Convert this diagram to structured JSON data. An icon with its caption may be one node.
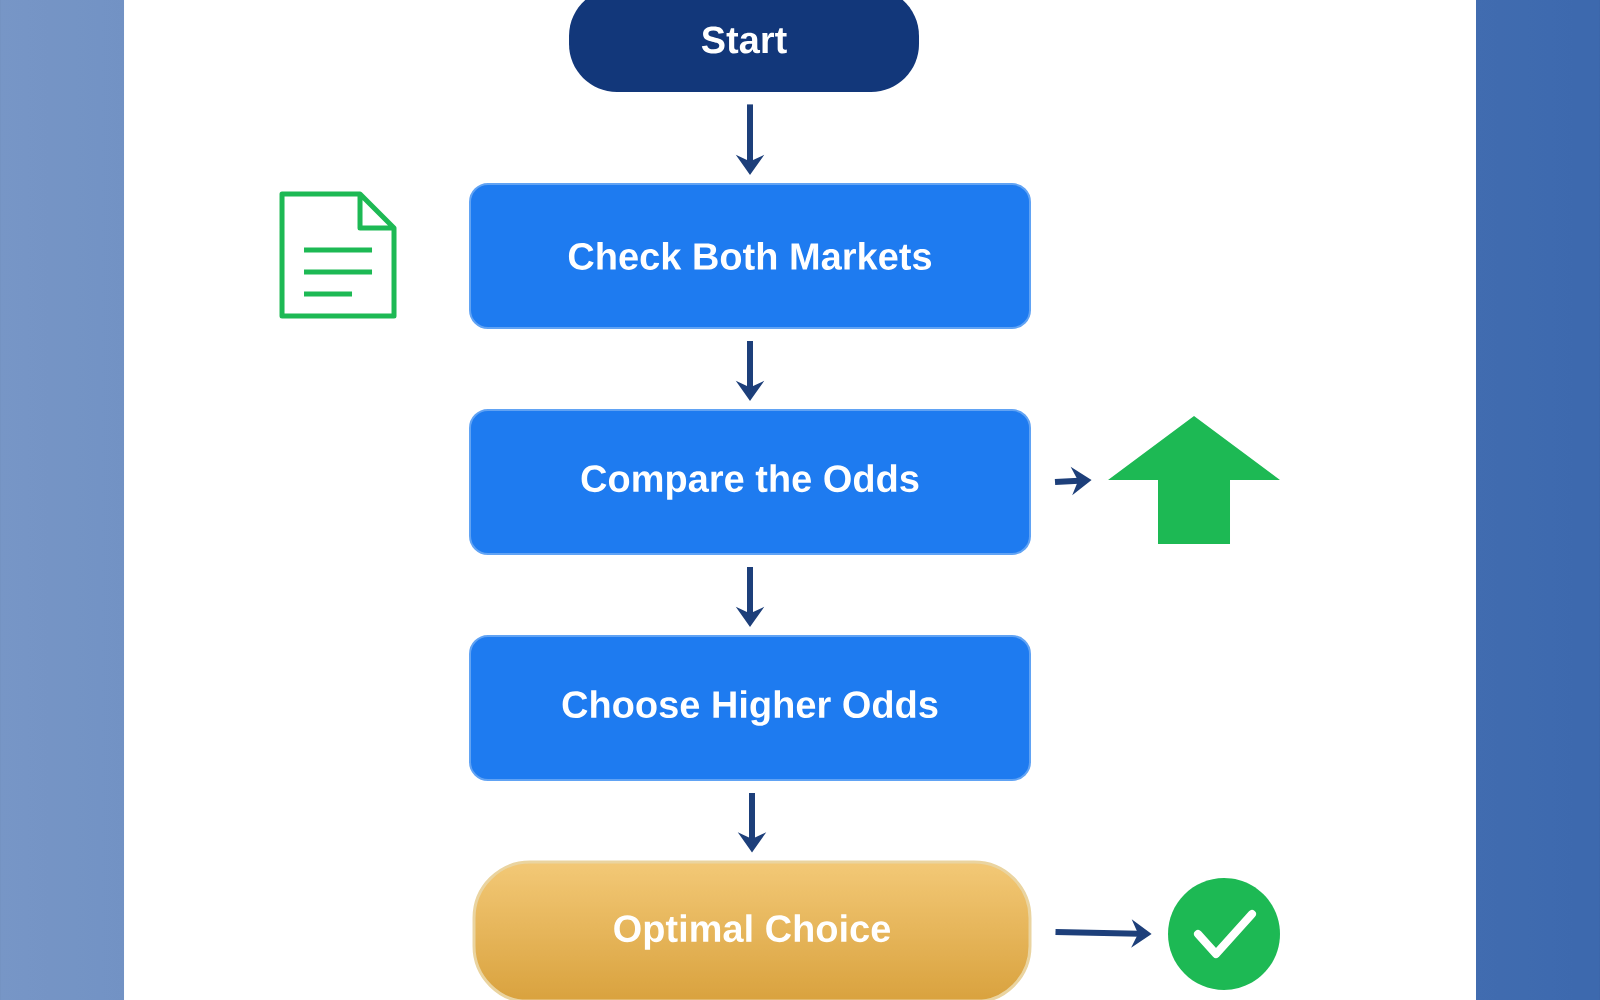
{
  "diagram": {
    "nodes": [
      {
        "text": [
          "Start"
        ]
      },
      {
        "text": [
          "Check Both Markets"
        ]
      },
      {
        "text": [
          "Compare the Odds"
        ]
      },
      {
        "text": [
          "Choose Higher Odds"
        ]
      },
      {
        "text": [
          "Optimal Choice"
        ]
      },
      {
        "text": [],
        "shape": "arrow"
      },
      {
        "text": [],
        "shape": "circle"
      }
    ],
    "edges": [
      {
        "from": 0,
        "to": 1,
        "arrow": "to"
      },
      {
        "from": 1,
        "to": 2,
        "arrow": "to"
      },
      {
        "from": 2,
        "to": 3,
        "arrow": "to"
      },
      {
        "from": 3,
        "to": 4,
        "arrow": "to"
      },
      {
        "from": 2,
        "to": 5,
        "arrow": "to"
      },
      {
        "from": 4,
        "to": 6,
        "arrow": "to"
      }
    ]
  }
}
